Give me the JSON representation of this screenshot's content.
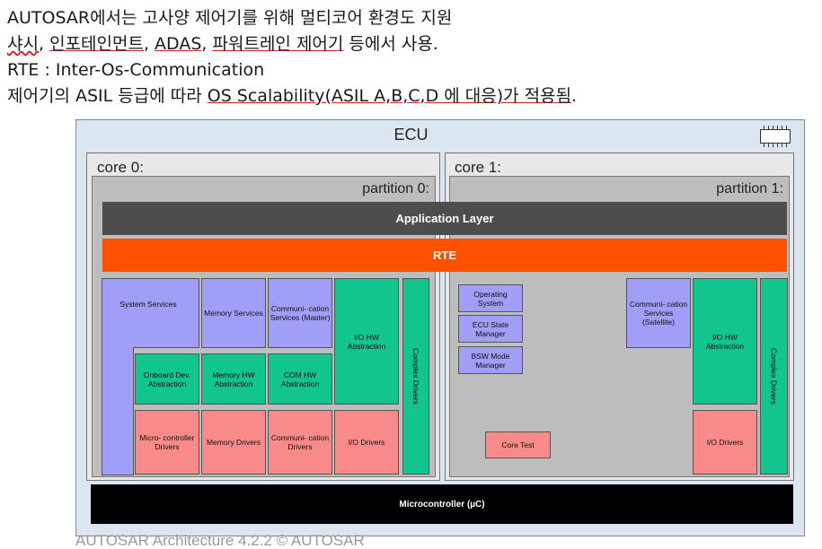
{
  "notes": {
    "line1": "AUTOSAR에서는 고사양 제어기를 위해 멀티코어 환경도 지원",
    "line2": {
      "p1": "샤시",
      "p2": ", ",
      "p3": "인포테인먼트",
      "p4": ", ",
      "p5": "ADAS",
      "p6": ", ",
      "p7": "파워트레인 제어기",
      "p8": " 등에서 사용."
    },
    "line3": "RTE : Inter-Os-Communication",
    "line4": {
      "p1": "제어기의 ASIL 등급에 따라 ",
      "p2": "OS Scalability(ASIL A,B,C,D 에 대응)가 적용됨",
      "p3": "."
    }
  },
  "diagram": {
    "ecu_title": "ECU",
    "core0": {
      "title": "core 0:",
      "partition": "partition 0:"
    },
    "core1": {
      "title": "core 1:",
      "partition": "partition 1:"
    },
    "application_layer": "Application Layer",
    "rte": "RTE",
    "microcontroller": "Microcontroller (µC)",
    "blocks0": {
      "system_services": "System Services",
      "memory_services": "Memory Services",
      "comm_services_master": "Communi- cation Services (Master)",
      "io_hw_abstraction": "I/O HW Abstraction",
      "complex_drivers": "Complex Drivers",
      "onboard_dev": "Onboard Dev. Abstraction",
      "memory_hw": "Memory HW Abstraction",
      "com_hw": "COM HW Abstraction",
      "micro_drivers": "Micro- controller Drivers",
      "memory_drivers": "Memory Drivers",
      "comm_drivers": "Communi- cation Drivers",
      "io_drivers": "I/O Drivers"
    },
    "blocks1": {
      "operating_system": "Operating System",
      "ecu_state_manager": "ECU State Manager",
      "bswm": "BSW Mode Manager",
      "core_test": "Core Test",
      "comm_services_satellite": "Communi- cation Services (Satellite)",
      "io_hw_abstraction": "I/O HW Abstraction",
      "complex_drivers": "Complex Drivers",
      "io_drivers": "I/O Drivers"
    }
  },
  "caption": "AUTOSAR Architecture 4.2.2 © AUTOSAR",
  "colors": {
    "services": "#a09ef7",
    "abstraction": "#12c48e",
    "drivers": "#f88a8a",
    "rte": "#ff5000",
    "app_layer": "#4d4d4d",
    "microcontroller": "#000000",
    "annotation": "#cc2222"
  }
}
